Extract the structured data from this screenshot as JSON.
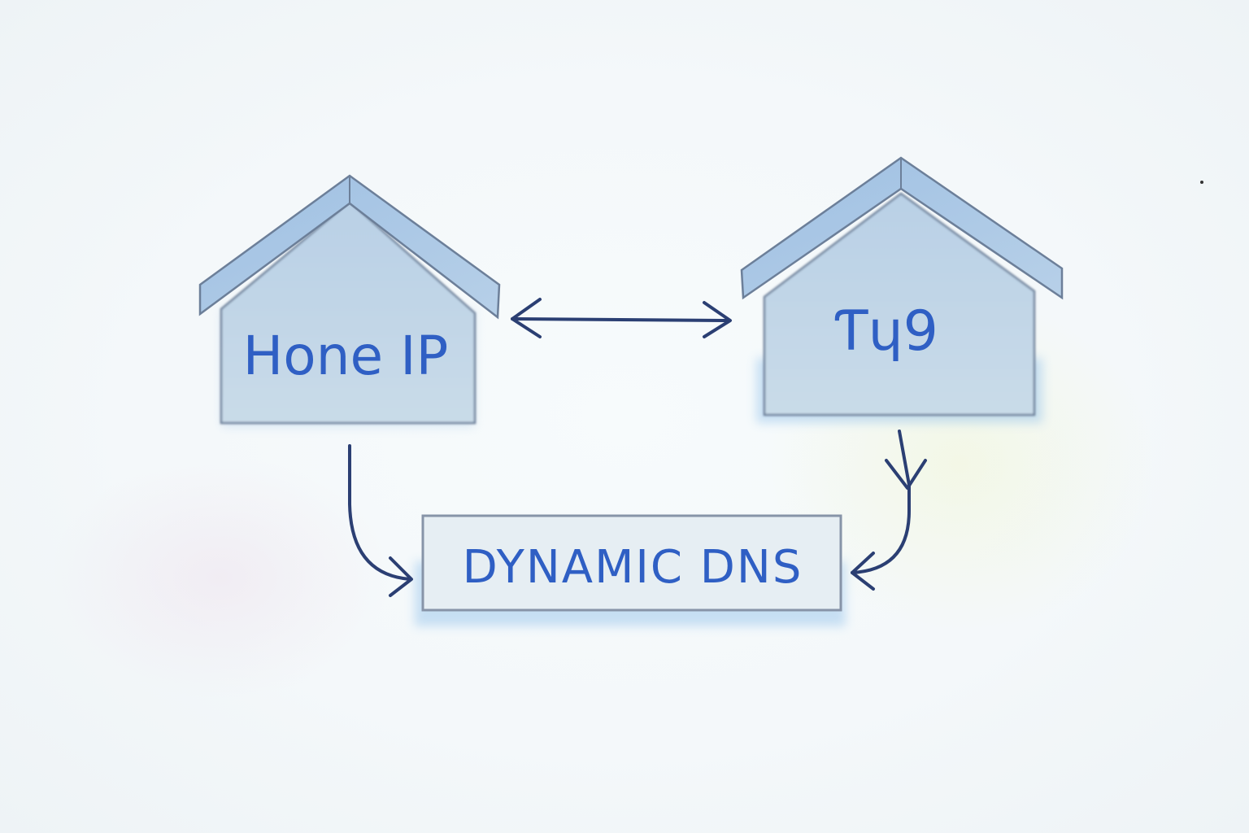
{
  "nodes": {
    "home_ip": {
      "label": "Hone IP"
    },
    "remote_house": {
      "label": "Ƭɥ9"
    },
    "dynamic_dns": {
      "label": "DYNAMIC DNS"
    }
  },
  "colors": {
    "ink": "#2f5fc4",
    "arrow": "#2b3f73",
    "house_fill": "#c3d6e6",
    "roof_fill": "#a9c6e2",
    "outline": "#6c7f99",
    "box_fill": "#e6eef3"
  }
}
